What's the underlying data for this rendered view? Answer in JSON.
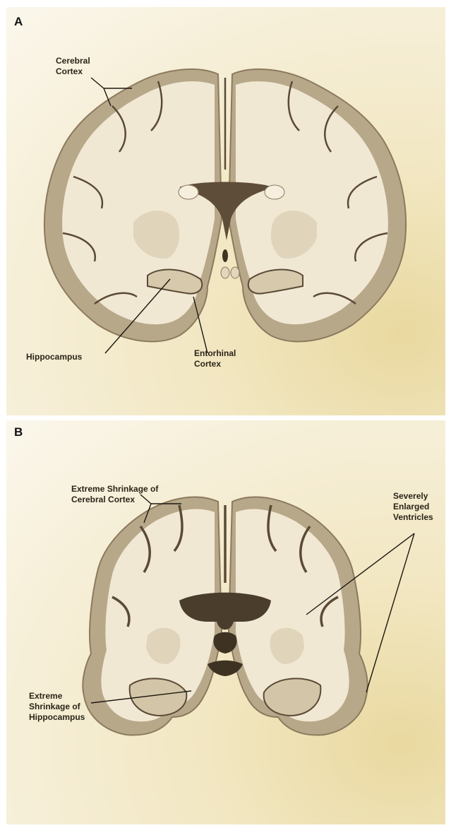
{
  "panels": [
    {
      "letter": "A",
      "labels": {
        "cerebral_cortex": [
          "Cerebral",
          "Cortex"
        ],
        "hippocampus": "Hippocampus",
        "entorhinal_cortex": [
          "Entorhinal",
          "Cortex"
        ]
      }
    },
    {
      "letter": "B",
      "labels": {
        "extreme_shrinkage_cortex": [
          "Extreme Shrinkage of",
          "Cerebral Cortex"
        ],
        "enlarged_ventricles": [
          "Severely",
          "Enlarged",
          "Ventricles"
        ],
        "extreme_shrinkage_hippocampus": [
          "Extreme",
          "Shrinkage of",
          "Hippocampus"
        ]
      }
    }
  ],
  "colors": {
    "gray_matter": "#b8a88a",
    "white_matter": "#f1e8d4",
    "sulcus": "#5a4a36",
    "ventricle": "#3e3222",
    "background": "#f2e7c2"
  }
}
